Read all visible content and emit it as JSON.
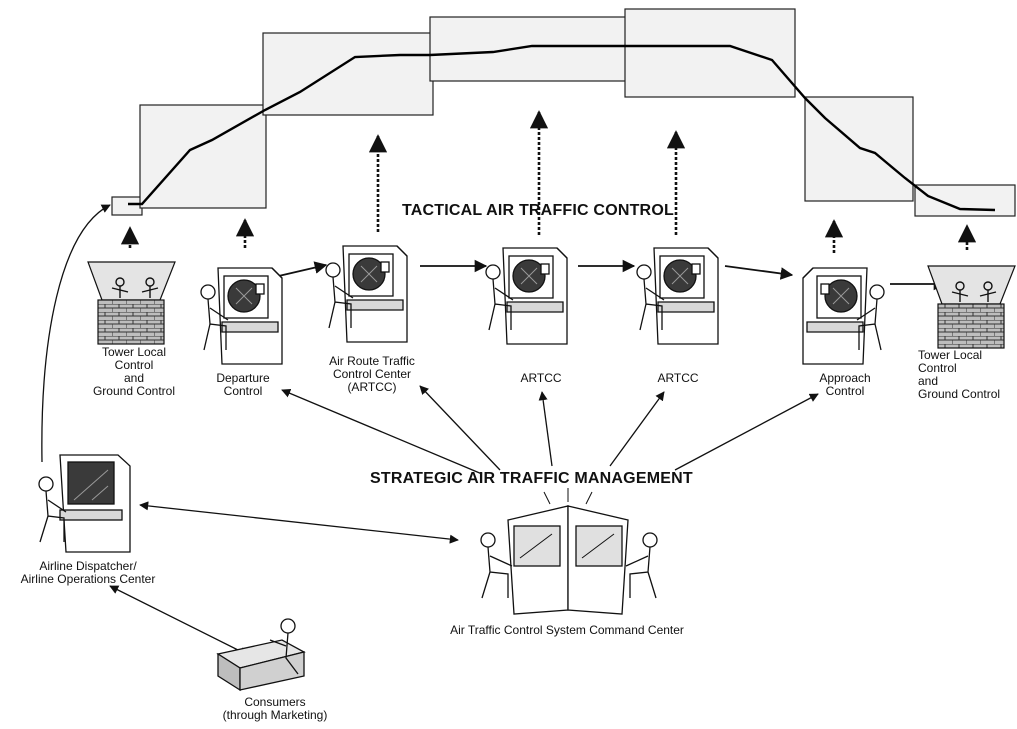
{
  "headings": {
    "tactical": "TACTICAL AIR TRAFFIC CONTROL",
    "strategic": "STRATEGIC AIR TRAFFIC MANAGEMENT"
  },
  "stations": {
    "tower_origin": "Tower Local\nControl\nand\nGround Control",
    "departure": "Departure\nControl",
    "artcc_1": "Air Route Traffic\nControl Center\n(ARTCC)",
    "artcc_2": "ARTCC",
    "artcc_3": "ARTCC",
    "approach": "Approach\nControl",
    "tower_destination": "Tower Local\nControl\nand\nGround Control"
  },
  "lower": {
    "airline": "Airline Dispatcher/\nAirline Operations Center",
    "command_center": "Air Traffic Control System Command Center",
    "consumers": "Consumers\n(through Marketing)"
  },
  "colors": {
    "ink": "#111111",
    "sector_fill": "#f2f2f2",
    "screen_fill": "#3a3a3a",
    "desk_fill": "#d8d8d8"
  }
}
